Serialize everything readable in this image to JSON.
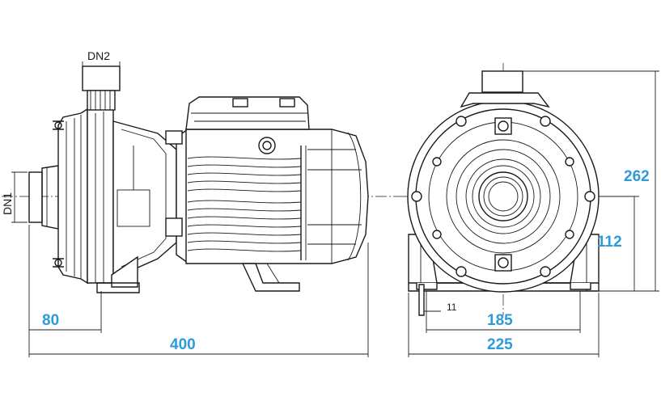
{
  "labels": {
    "outlet": "DN2",
    "inlet": "DN1",
    "foot_hole": "11"
  },
  "dimensions": {
    "inlet_to_shaft": "80",
    "total_length": "400",
    "foot_hole_spacing": "185",
    "base_width": "225",
    "total_height": "262",
    "shaft_height": "112"
  },
  "colors": {
    "dimension_text": "#2e9ad8",
    "drawing_line": "#1a1a1a"
  }
}
